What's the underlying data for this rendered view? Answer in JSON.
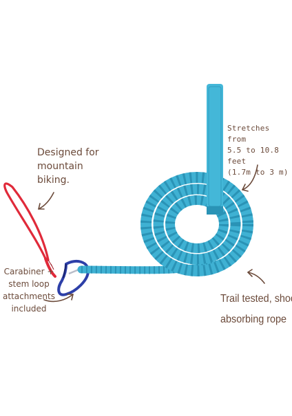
{
  "annotations": {
    "designed": [
      "Designed for",
      "mountain",
      "biking."
    ],
    "stretches": [
      "Stretches from",
      "5.5 to 10.8 feet",
      "(1.7m to 3 m)"
    ],
    "carabiner": [
      "Carabiner +",
      "stem loop",
      "attachments",
      "included"
    ],
    "trail": [
      "Trail tested, shock",
      "absorbing rope"
    ]
  },
  "colors": {
    "rope": "#3fb1d3",
    "rope_dark": "#2a93b6",
    "loop_cord": "#e02a3a",
    "carabiner": "#2d3fa8",
    "arrow": "#6b4a3a",
    "text": "#6b4a3a"
  }
}
